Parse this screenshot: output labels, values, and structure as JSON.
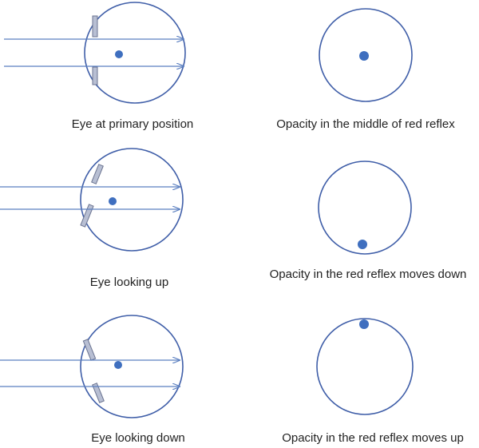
{
  "colors": {
    "outline": "#3f5ea8",
    "ray": "#5b7fc0",
    "opacity": "#3f6fbf",
    "iris_fill": "#b8bfd3",
    "iris_stroke": "#6a7390",
    "caption": "#222222"
  },
  "rows": [
    {
      "eye_caption": "Eye at primary position",
      "reflex_caption": "Opacity in the middle of red reflex"
    },
    {
      "eye_caption": "Eye looking up",
      "reflex_caption": "Opacity in the red reflex moves down"
    },
    {
      "eye_caption": "Eye looking down",
      "reflex_caption": "Opacity in the red reflex moves up"
    }
  ]
}
